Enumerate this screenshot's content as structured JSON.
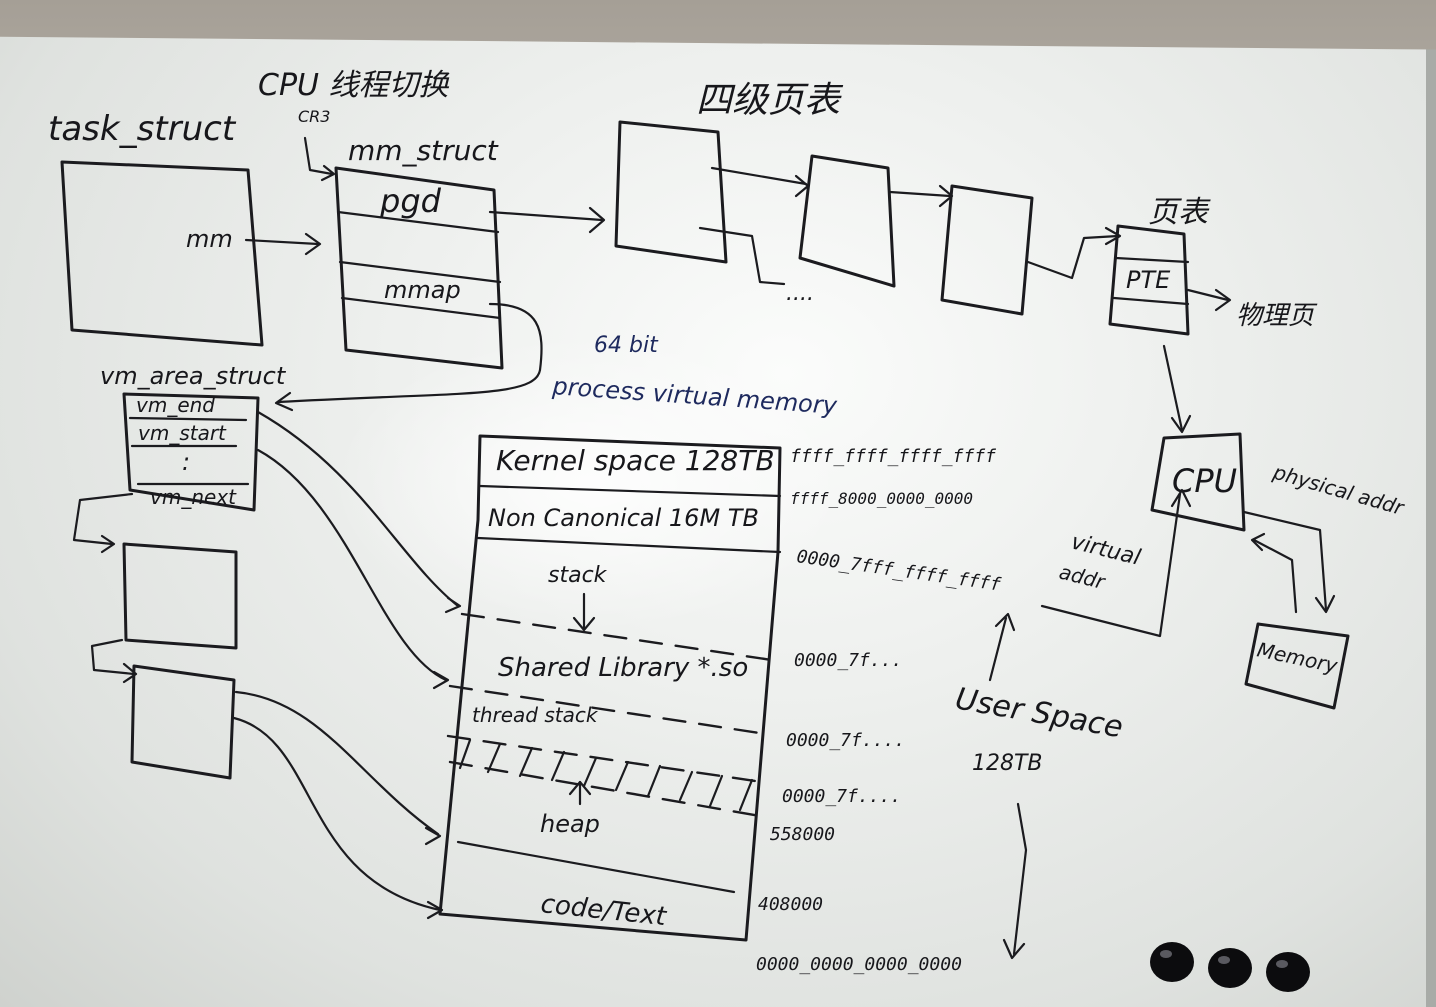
{
  "labels": {
    "cpu_switch": "CPU 线程切换",
    "cr3": "CR3",
    "task_struct": "task_struct",
    "mm": "mm",
    "mm_struct": "mm_struct",
    "pgd": "pgd",
    "mmap": "mmap",
    "four_level_page_table": "四级页表",
    "page_table": "页表",
    "pte": "PTE",
    "physical_page": "物理页",
    "more": "....",
    "vm_area_struct": "vm_area_struct",
    "vm_end": "vm_end",
    "vm_start": "vm_start",
    "vm_next": "vm_next",
    "vm_dots": ":",
    "process_vm_title_1": "64 bit",
    "process_vm_title_2": "process virtual memory",
    "cpu": "CPU",
    "physical_addr": "physical addr",
    "virtual_addr_1": "virtual",
    "virtual_addr_2": "addr",
    "memory": "Memory",
    "user_space": "User Space",
    "user_space_size": "128TB"
  },
  "memory_layout": {
    "kernel_space": "Kernel space 128TB",
    "non_canonical": "Non Canonical 16M TB",
    "stack": "stack",
    "shared_library": "Shared Library *.so",
    "thread_stack": "thread stack",
    "heap": "heap",
    "code_text": "code/Text"
  },
  "addresses": {
    "a1": "ffff_ffff_ffff_ffff",
    "a2": "ffff_8000_0000_0000",
    "a3": "0000_7fff_ffff_ffff",
    "a4": "0000_7f...",
    "a5": "0000_7f....",
    "a6": "0000_7f....",
    "a7": "558000",
    "a8": "408000",
    "a9": "0000_0000_0000_0000"
  },
  "colors": {
    "ink": "#1b1b1f",
    "blue_ink": "#1e2a5e",
    "board": "#f4f5f4"
  }
}
